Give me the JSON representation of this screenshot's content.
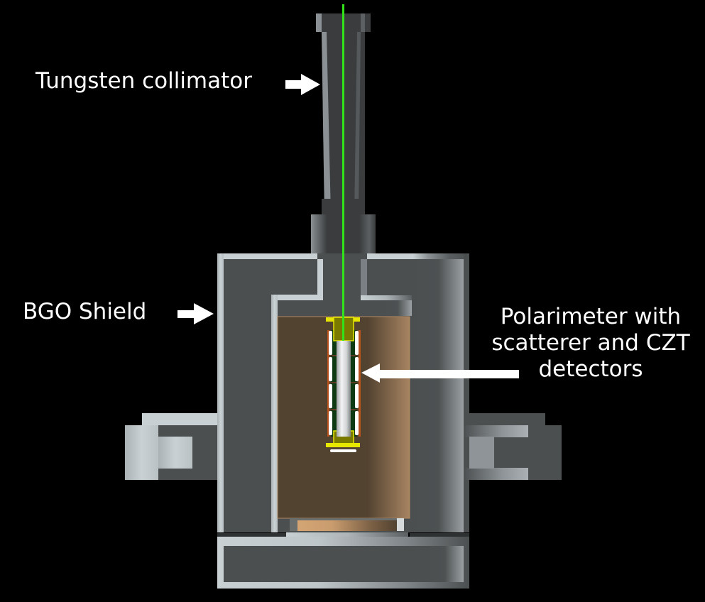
{
  "figure": {
    "title": "Polarimeter assembly cross-section",
    "background_color": "#000000",
    "beam_color": "#33e31a"
  },
  "labels": {
    "collimator": {
      "text": "Tungsten collimator",
      "arrow_direction": "right"
    },
    "bgo_shield": {
      "text": "BGO Shield",
      "arrow_direction": "right"
    },
    "polarimeter": {
      "lines": [
        "Polarimeter with",
        "scatterer and CZT",
        "detectors"
      ],
      "arrow_direction": "left"
    }
  },
  "components": [
    {
      "id": "beam",
      "name": "Incident beam",
      "color": "#33e31a"
    },
    {
      "id": "collimator",
      "name": "Tungsten collimator",
      "color": "#3a3c3d"
    },
    {
      "id": "bgo-shield",
      "name": "BGO Shield",
      "color": "#4b4f50"
    },
    {
      "id": "crystal",
      "name": "Scintillator volume",
      "color": "#524230"
    },
    {
      "id": "scatterer",
      "name": "Scatterer rod",
      "color": "#e6e8e8"
    },
    {
      "id": "czt-detectors",
      "name": "CZT detectors",
      "color": "#0d3a12"
    },
    {
      "id": "holder",
      "name": "Holder caps",
      "color": "#e6e600"
    },
    {
      "id": "pmt-window",
      "name": "Bottom window",
      "color": "#d4a574"
    }
  ]
}
